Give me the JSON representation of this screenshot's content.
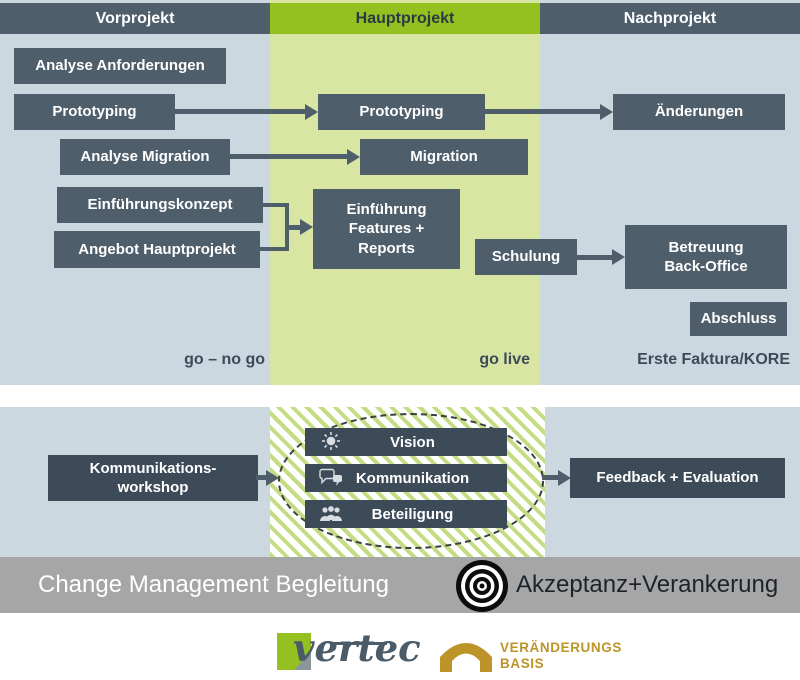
{
  "header": {
    "vorprojekt": "Vorprojekt",
    "hauptprojekt": "Hauptprojekt",
    "nachprojekt": "Nachprojekt"
  },
  "vorprojekt": {
    "analyse_anforderungen": "Analyse Anforderungen",
    "prototyping": "Prototyping",
    "analyse_migration": "Analyse Migration",
    "einfuehrungskonzept": "Einführungskonzept",
    "angebot_hauptprojekt": "Angebot Hauptprojekt",
    "milestone": "go – no go"
  },
  "hauptprojekt": {
    "prototyping": "Prototyping",
    "migration": "Migration",
    "einfuehrung": "Einführung\nFeatures +\nReports",
    "schulung": "Schulung",
    "milestone": "go live"
  },
  "nachprojekt": {
    "aenderungen": "Änderungen",
    "betreuung": "Betreuung\nBack-Office",
    "abschluss": "Abschluss",
    "milestone": "Erste Faktura/KORE"
  },
  "change_management": {
    "workshop": "Kommunikations-\nworkshop",
    "vision": "Vision",
    "kommunikation": "Kommunikation",
    "beteiligung": "Beteiligung",
    "feedback": "Feedback + Evaluation",
    "bar_label": "Change Management Begleitung",
    "result": "Akzeptanz+Verankerung"
  },
  "logos": {
    "vertec": "vertec",
    "vb_line1": "VERÄNDERUNGS",
    "vb_line2": "BASIS"
  },
  "colors": {
    "green": "#94c11f",
    "light_green": "#d9e5a3",
    "light_blue": "#ccd8e0",
    "slate": "#4e5e6b",
    "navy": "#3d4b59",
    "gray_bar": "#a6a6a6",
    "gold": "#bd9428"
  }
}
